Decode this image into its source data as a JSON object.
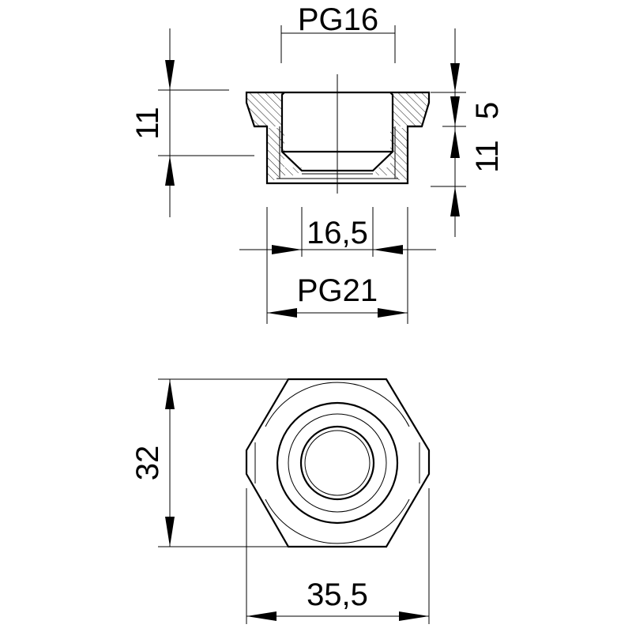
{
  "drawing": {
    "side_view": {
      "dimensions": {
        "top_thread": "PG16",
        "height": "11",
        "flange_height": "5",
        "body_height": "11",
        "bore_diameter": "16,5",
        "bottom_thread": "PG21"
      }
    },
    "top_view": {
      "dimensions": {
        "across_flats": "32",
        "across_corners": "35,5"
      }
    }
  }
}
